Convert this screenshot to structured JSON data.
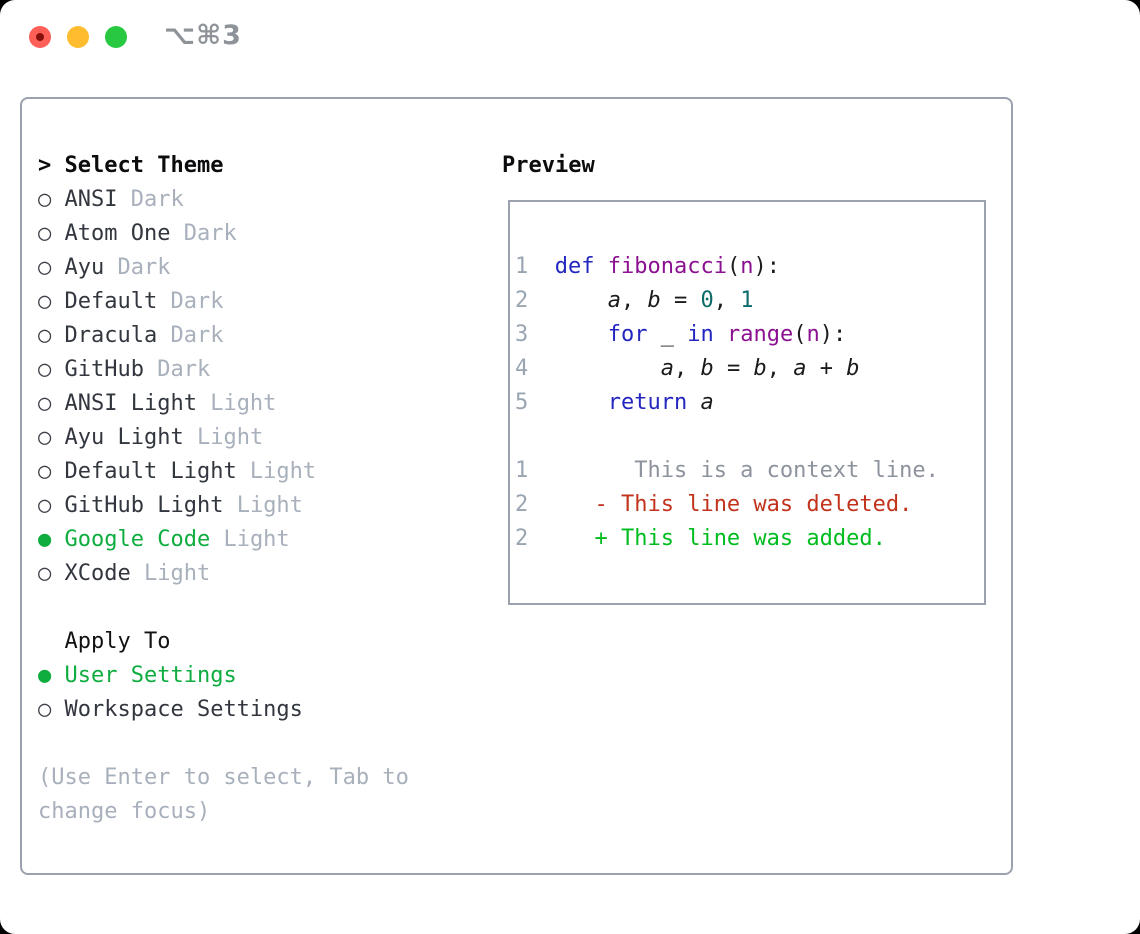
{
  "window": {
    "title_shortcut": "⌥⌘3",
    "traffic_lights": {
      "close_color": "#ff5f57",
      "close_dot_color": "#86100a",
      "minimize_color": "#febc2e",
      "zoom_color": "#28c840"
    }
  },
  "colors": {
    "selected_green": "#0fad3f",
    "item_text": "#32363e",
    "muted_text": "#a8b0bc",
    "panel_border": "#9aa2ae",
    "keyword_blue": "#2327bf",
    "function_purple": "#8b1191",
    "number_teal": "#0e6b6b",
    "diff_deleted_red": "#c2331c",
    "diff_added_green": "#00bd1f",
    "diff_context_gray": "#8d939c",
    "title_gray": "#8e9399"
  },
  "theme_picker": {
    "header": {
      "prefix": "> ",
      "label": "Select Theme"
    },
    "unselected_bullet": "○ ",
    "selected_bullet": "● ",
    "items": [
      {
        "name": "ANSI",
        "variant": "Dark",
        "selected": false
      },
      {
        "name": "Atom One",
        "variant": "Dark",
        "selected": false
      },
      {
        "name": "Ayu",
        "variant": "Dark",
        "selected": false
      },
      {
        "name": "Default",
        "variant": "Dark",
        "selected": false
      },
      {
        "name": "Dracula",
        "variant": "Dark",
        "selected": false
      },
      {
        "name": "GitHub",
        "variant": "Dark",
        "selected": false
      },
      {
        "name": "ANSI Light",
        "variant": "Light",
        "selected": false
      },
      {
        "name": "Ayu Light",
        "variant": "Light",
        "selected": false
      },
      {
        "name": "Default Light",
        "variant": "Light",
        "selected": false
      },
      {
        "name": "GitHub Light",
        "variant": "Light",
        "selected": false
      },
      {
        "name": "Google Code",
        "variant": "Light",
        "selected": true
      },
      {
        "name": "XCode",
        "variant": "Light",
        "selected": false
      }
    ],
    "apply_to": {
      "label": "Apply To",
      "options": [
        {
          "name": "User Settings",
          "selected": true
        },
        {
          "name": "Workspace Settings",
          "selected": false
        }
      ]
    },
    "hint_lines": [
      "(Use Enter to select, Tab to",
      "change focus)"
    ]
  },
  "preview": {
    "title": "Preview",
    "code_lines": [
      {
        "num": "1",
        "tokens": [
          [
            "def",
            "kw"
          ],
          [
            " ",
            "pl"
          ],
          [
            "fibonacci",
            "fn"
          ],
          [
            "(",
            "pl"
          ],
          [
            "n",
            "fn"
          ],
          [
            "):",
            "pl"
          ]
        ]
      },
      {
        "num": "2",
        "tokens": [
          [
            "    ",
            "pl"
          ],
          [
            "a",
            "var"
          ],
          [
            ", ",
            "pl"
          ],
          [
            "b",
            "var"
          ],
          [
            " = ",
            "pl"
          ],
          [
            "0",
            "num"
          ],
          [
            ", ",
            "pl"
          ],
          [
            "1",
            "num"
          ]
        ]
      },
      {
        "num": "3",
        "tokens": [
          [
            "    ",
            "pl"
          ],
          [
            "for",
            "kw"
          ],
          [
            " _ ",
            "pl"
          ],
          [
            "in",
            "kw"
          ],
          [
            " ",
            "pl"
          ],
          [
            "range",
            "fn"
          ],
          [
            "(",
            "pl"
          ],
          [
            "n",
            "fn"
          ],
          [
            "):",
            "pl"
          ]
        ]
      },
      {
        "num": "4",
        "tokens": [
          [
            "        ",
            "pl"
          ],
          [
            "a",
            "var"
          ],
          [
            ", ",
            "pl"
          ],
          [
            "b",
            "var"
          ],
          [
            " = ",
            "pl"
          ],
          [
            "b",
            "var"
          ],
          [
            ", ",
            "pl"
          ],
          [
            "a",
            "var"
          ],
          [
            " + ",
            "pl"
          ],
          [
            "b",
            "var"
          ]
        ]
      },
      {
        "num": "5",
        "tokens": [
          [
            "    ",
            "pl"
          ],
          [
            "return",
            "kw"
          ],
          [
            " ",
            "pl"
          ],
          [
            "a",
            "var"
          ]
        ]
      }
    ],
    "diff_lines": [
      {
        "num": "1",
        "cls": "ctx",
        "text": "      This is a context line."
      },
      {
        "num": "2",
        "cls": "del",
        "text": "   - This line was deleted."
      },
      {
        "num": "2",
        "cls": "add",
        "text": "   + This line was added."
      }
    ]
  }
}
